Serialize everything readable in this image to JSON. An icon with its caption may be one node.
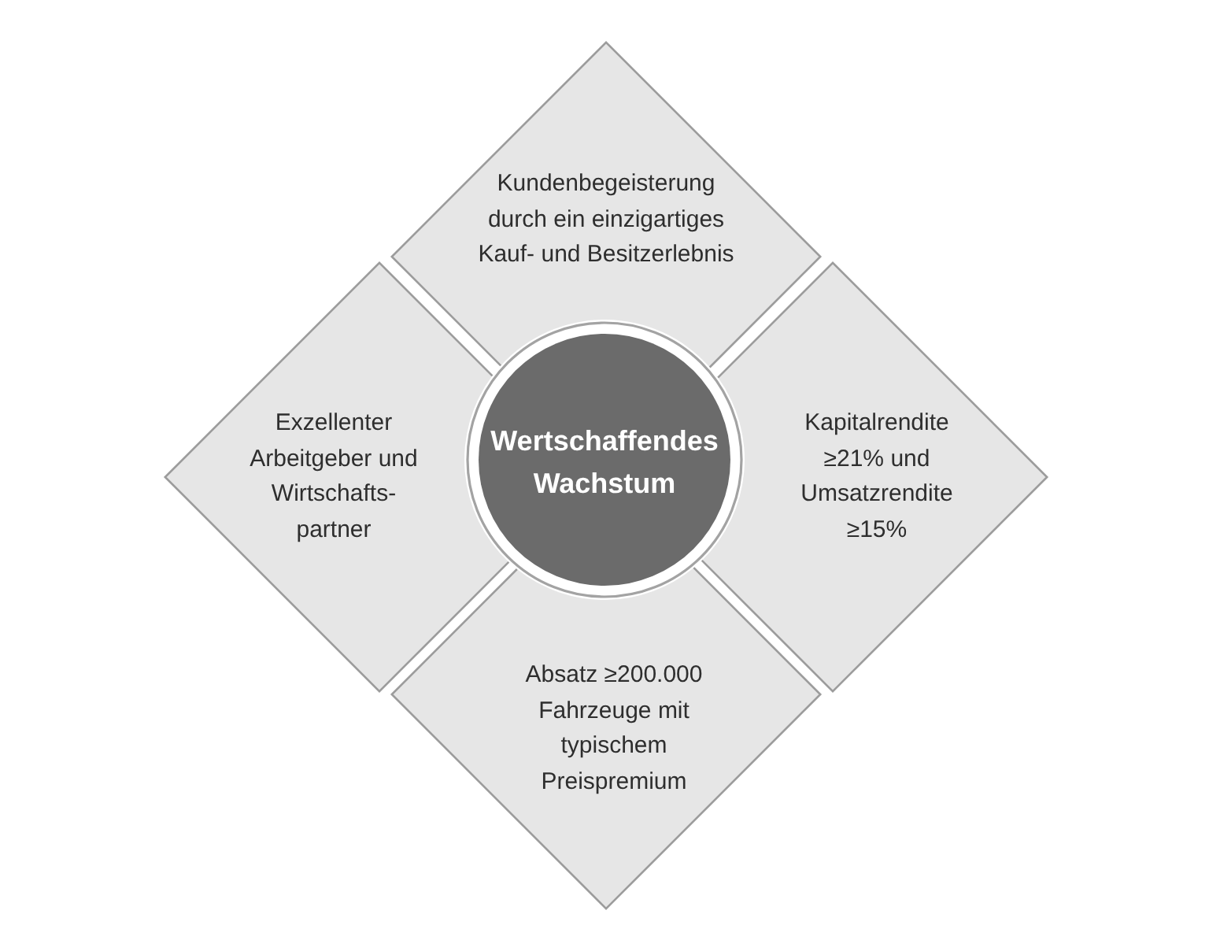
{
  "diagram": {
    "nodes": [
      {
        "text": [
          "Kundenbegeisterung durch ein einzigartiges Kauf- und Besitzerlebnis"
        ]
      },
      {
        "text": [
          "Exzellenter Arbeitgeber und Wirtschafts- partner"
        ]
      },
      {
        "text": [
          "Wertschaffendes Wachstum"
        ]
      },
      {
        "text": [
          "Kapitalrendite ≥21% und Umsatzrendite ≥15%"
        ]
      },
      {
        "text": [
          "Absatz ≥200.000 Fahrzeuge mit typischem Preispremium"
        ]
      }
    ]
  }
}
